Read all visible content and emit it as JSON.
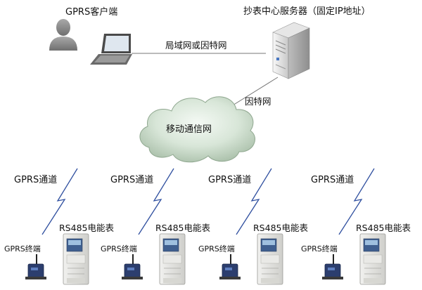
{
  "nodes": {
    "client_label": "GPRS客户端",
    "server_label": "抄表中心服务器（固定IP地址）",
    "lan_label": "局域网或因特网",
    "internet_label": "因特网",
    "cloud_label": "移动通信网"
  },
  "units": [
    {
      "channel_label": "GPRS通道",
      "meter_label": "RS485电能表",
      "terminal_label": "GPRS终端"
    },
    {
      "channel_label": "GPRS通道",
      "meter_label": "RS485电能表",
      "terminal_label": "GPRS终端"
    },
    {
      "channel_label": "GPRS通道",
      "meter_label": "RS485电能表",
      "terminal_label": "GPRS终端"
    },
    {
      "channel_label": "GPRS通道",
      "meter_label": "RS485电能表",
      "terminal_label": "GPRS终端"
    }
  ]
}
